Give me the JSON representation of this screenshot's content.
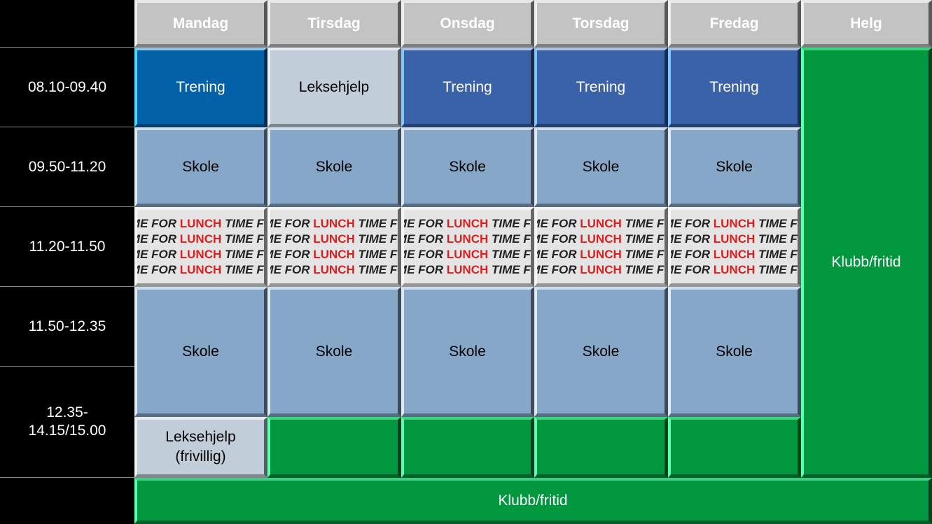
{
  "days": [
    "Mandag",
    "Tirsdag",
    "Onsdag",
    "Torsdag",
    "Fredag",
    "Helg"
  ],
  "times": [
    "08.10-09.40",
    "09.50-11.20",
    "11.20-11.50",
    "11.50-12.35",
    "12.35-\n14.15/15.00"
  ],
  "row1": [
    "Trening",
    "Leksehjelp",
    "Trening",
    "Trening",
    "Trening"
  ],
  "school": "Skole",
  "lunch_image_text": {
    "a": "TIME FOR",
    "b": "LUNCH"
  },
  "monday_extra": "Leksehjelp\n(frivillig)",
  "weekend": "Klubb/fritid",
  "bottom": "Klubb/fritid",
  "colors": {
    "header": "#c3c3c3",
    "trening_mandag": "#0261a7",
    "trening": "#3a62a9",
    "leksehjelp": "#c1cdd9",
    "skole": "#87a7c9",
    "fritid": "#00973f"
  }
}
